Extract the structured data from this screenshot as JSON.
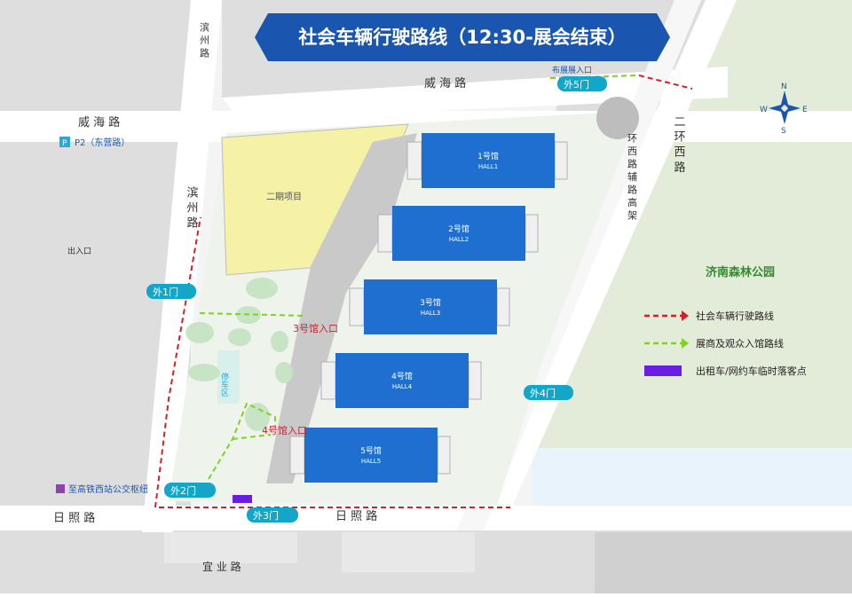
{
  "title": "社会车辆行驶路线（12:30-展会结束）",
  "roads": {
    "weihai_top": "威 海 路",
    "weihai_left": "威 海 路",
    "binzhou_top": "滨 州 路",
    "binzhou_left": "滨 州 路",
    "rizhao_left": "日 照 路",
    "rizhao_bottom": "日 照 路",
    "yiye": "宜 业 路",
    "erhuan_west": "二 环 西 路",
    "erhuan_elevated": "环 西 路 辅 路 高 架"
  },
  "parking": {
    "p2": "P2（东营路）",
    "parking_area": "停车区"
  },
  "areas": {
    "phase2": "二期项目",
    "park": "济南森林公园",
    "entry_exit": "出入口"
  },
  "halls": [
    {
      "cn": "1号馆",
      "en": "HALL1"
    },
    {
      "cn": "2号馆",
      "en": "HALL2"
    },
    {
      "cn": "3号馆",
      "en": "HALL3"
    },
    {
      "cn": "4号馆",
      "en": "HALL4"
    },
    {
      "cn": "5号馆",
      "en": "HALL5"
    }
  ],
  "gates": {
    "gate1": "外1门",
    "gate2": "外2门",
    "gate3": "外3门",
    "gate4": "外4门",
    "gate5": "外5门",
    "hall3_entry": "3号馆入口",
    "hall4_entry": "4号馆入口",
    "exhibitor_entry": "布展展入口"
  },
  "bus_stop": "至高铁西站公交枢纽",
  "compass": {
    "n": "N",
    "s": "S",
    "e": "E",
    "w": "W"
  },
  "legend": {
    "red_route": "社会车辆行驶路线",
    "green_route": "展商及观众入馆路线",
    "purple_stop": "出租车/网约车临时落客点"
  },
  "colors": {
    "title_bg": "#1a56b0",
    "road": "#ffffff",
    "block": "#d9d9d9",
    "green": "#e6eedb",
    "hall": "#1f6fd1",
    "red": "#d61f26",
    "lime": "#7ed321",
    "purple": "#6a1de3",
    "gate": "#14a6c9"
  }
}
